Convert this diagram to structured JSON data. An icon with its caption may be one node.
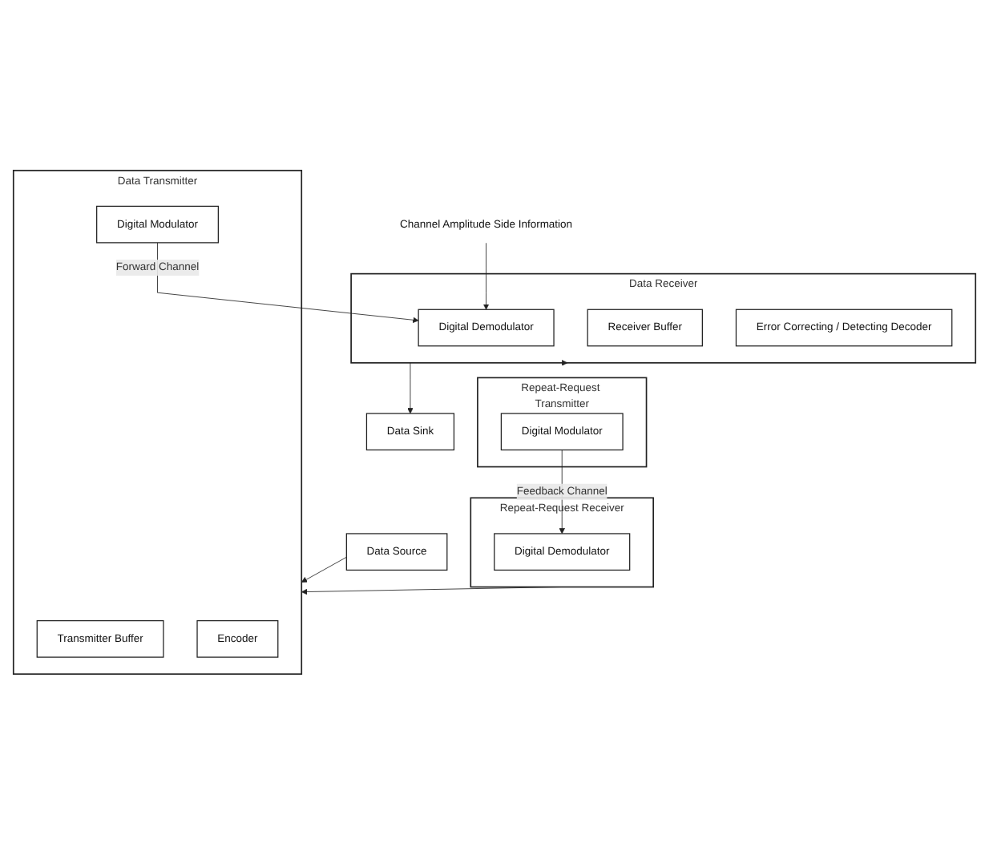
{
  "diagram": {
    "nodes": [
      {
        "text": [
          "Data Source"
        ]
      },
      {
        "text": [
          "Data Sink"
        ]
      },
      {
        "text": [
          "Channel Amplitude Side Information"
        ]
      },
      {
        "text": [
          "Data Transmitter"
        ]
      },
      {
        "text": [
          "Transmitter Buffer"
        ],
        "in": 3
      },
      {
        "text": [
          "Digital Modulator"
        ],
        "in": 3
      },
      {
        "text": [
          "Encoder"
        ],
        "in": 3
      },
      {
        "text": [
          "Data Receiver"
        ]
      },
      {
        "text": [
          "Digital Demodulator"
        ],
        "in": 7
      },
      {
        "text": [
          "Receiver Buffer"
        ],
        "in": 7
      },
      {
        "text": [
          "Error Correcting / Detecting Decoder"
        ],
        "in": 7
      },
      {
        "text": [
          "Repeat-Request Receiver"
        ]
      },
      {
        "text": [
          "Digital Demodulator"
        ],
        "in": 11
      },
      {
        "text": [
          "Repeat-Request Transmitter"
        ]
      },
      {
        "text": [
          "Digital Modulator"
        ],
        "in": 13
      }
    ],
    "edges": [
      {
        "from": 0,
        "to": 3,
        "arrow": "to"
      },
      {
        "from": 7,
        "to": 1,
        "arrow": "to"
      },
      {
        "from": 2,
        "to": 8,
        "arrow": "to"
      },
      {
        "from": 5,
        "to": 8,
        "arrow": "to",
        "label": "Forward Channel"
      },
      {
        "from": 7,
        "to": 13,
        "arrow": "to"
      },
      {
        "from": 14,
        "to": 12,
        "arrow": "to",
        "label": "Feedback Channel"
      },
      {
        "from": 11,
        "to": 3,
        "arrow": "to"
      }
    ]
  }
}
